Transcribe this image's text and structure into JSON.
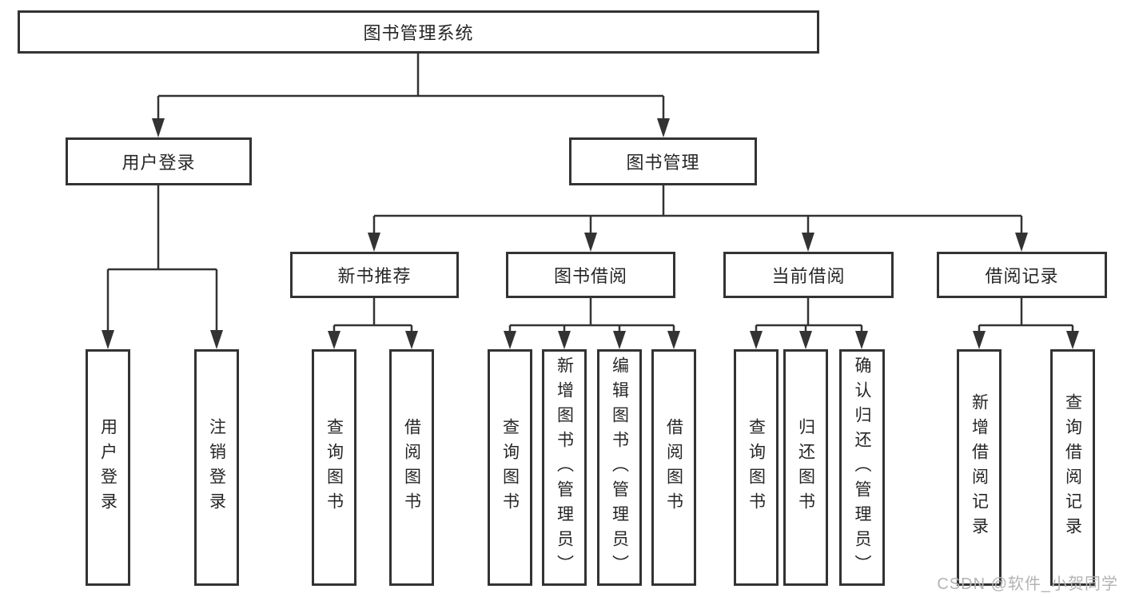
{
  "diagram": {
    "type": "hierarchy-tree",
    "root": {
      "label": "图书管理系统",
      "children": [
        {
          "label": "用户登录",
          "children": [
            {
              "label": "用户登录"
            },
            {
              "label": "注销登录"
            }
          ]
        },
        {
          "label": "图书管理",
          "children": [
            {
              "label": "新书推荐",
              "children": [
                {
                  "label": "查询图书"
                },
                {
                  "label": "借阅图书"
                }
              ]
            },
            {
              "label": "图书借阅",
              "children": [
                {
                  "label": "查询图书"
                },
                {
                  "label": "新增图书（管理员）"
                },
                {
                  "label": "编辑图书（管理员）"
                },
                {
                  "label": "借阅图书"
                }
              ]
            },
            {
              "label": "当前借阅",
              "children": [
                {
                  "label": "查询图书"
                },
                {
                  "label": "归还图书"
                },
                {
                  "label": "确认归还（管理员）"
                }
              ]
            },
            {
              "label": "借阅记录",
              "children": [
                {
                  "label": "新增借阅记录"
                },
                {
                  "label": "查询借阅记录"
                }
              ]
            }
          ]
        }
      ]
    }
  },
  "watermark": "CSDN @软件_小贺同学",
  "colors": {
    "line": "#333333",
    "box_border": "#333333",
    "text": "#262626",
    "watermark": "#b3b3b3",
    "background": "#ffffff"
  }
}
